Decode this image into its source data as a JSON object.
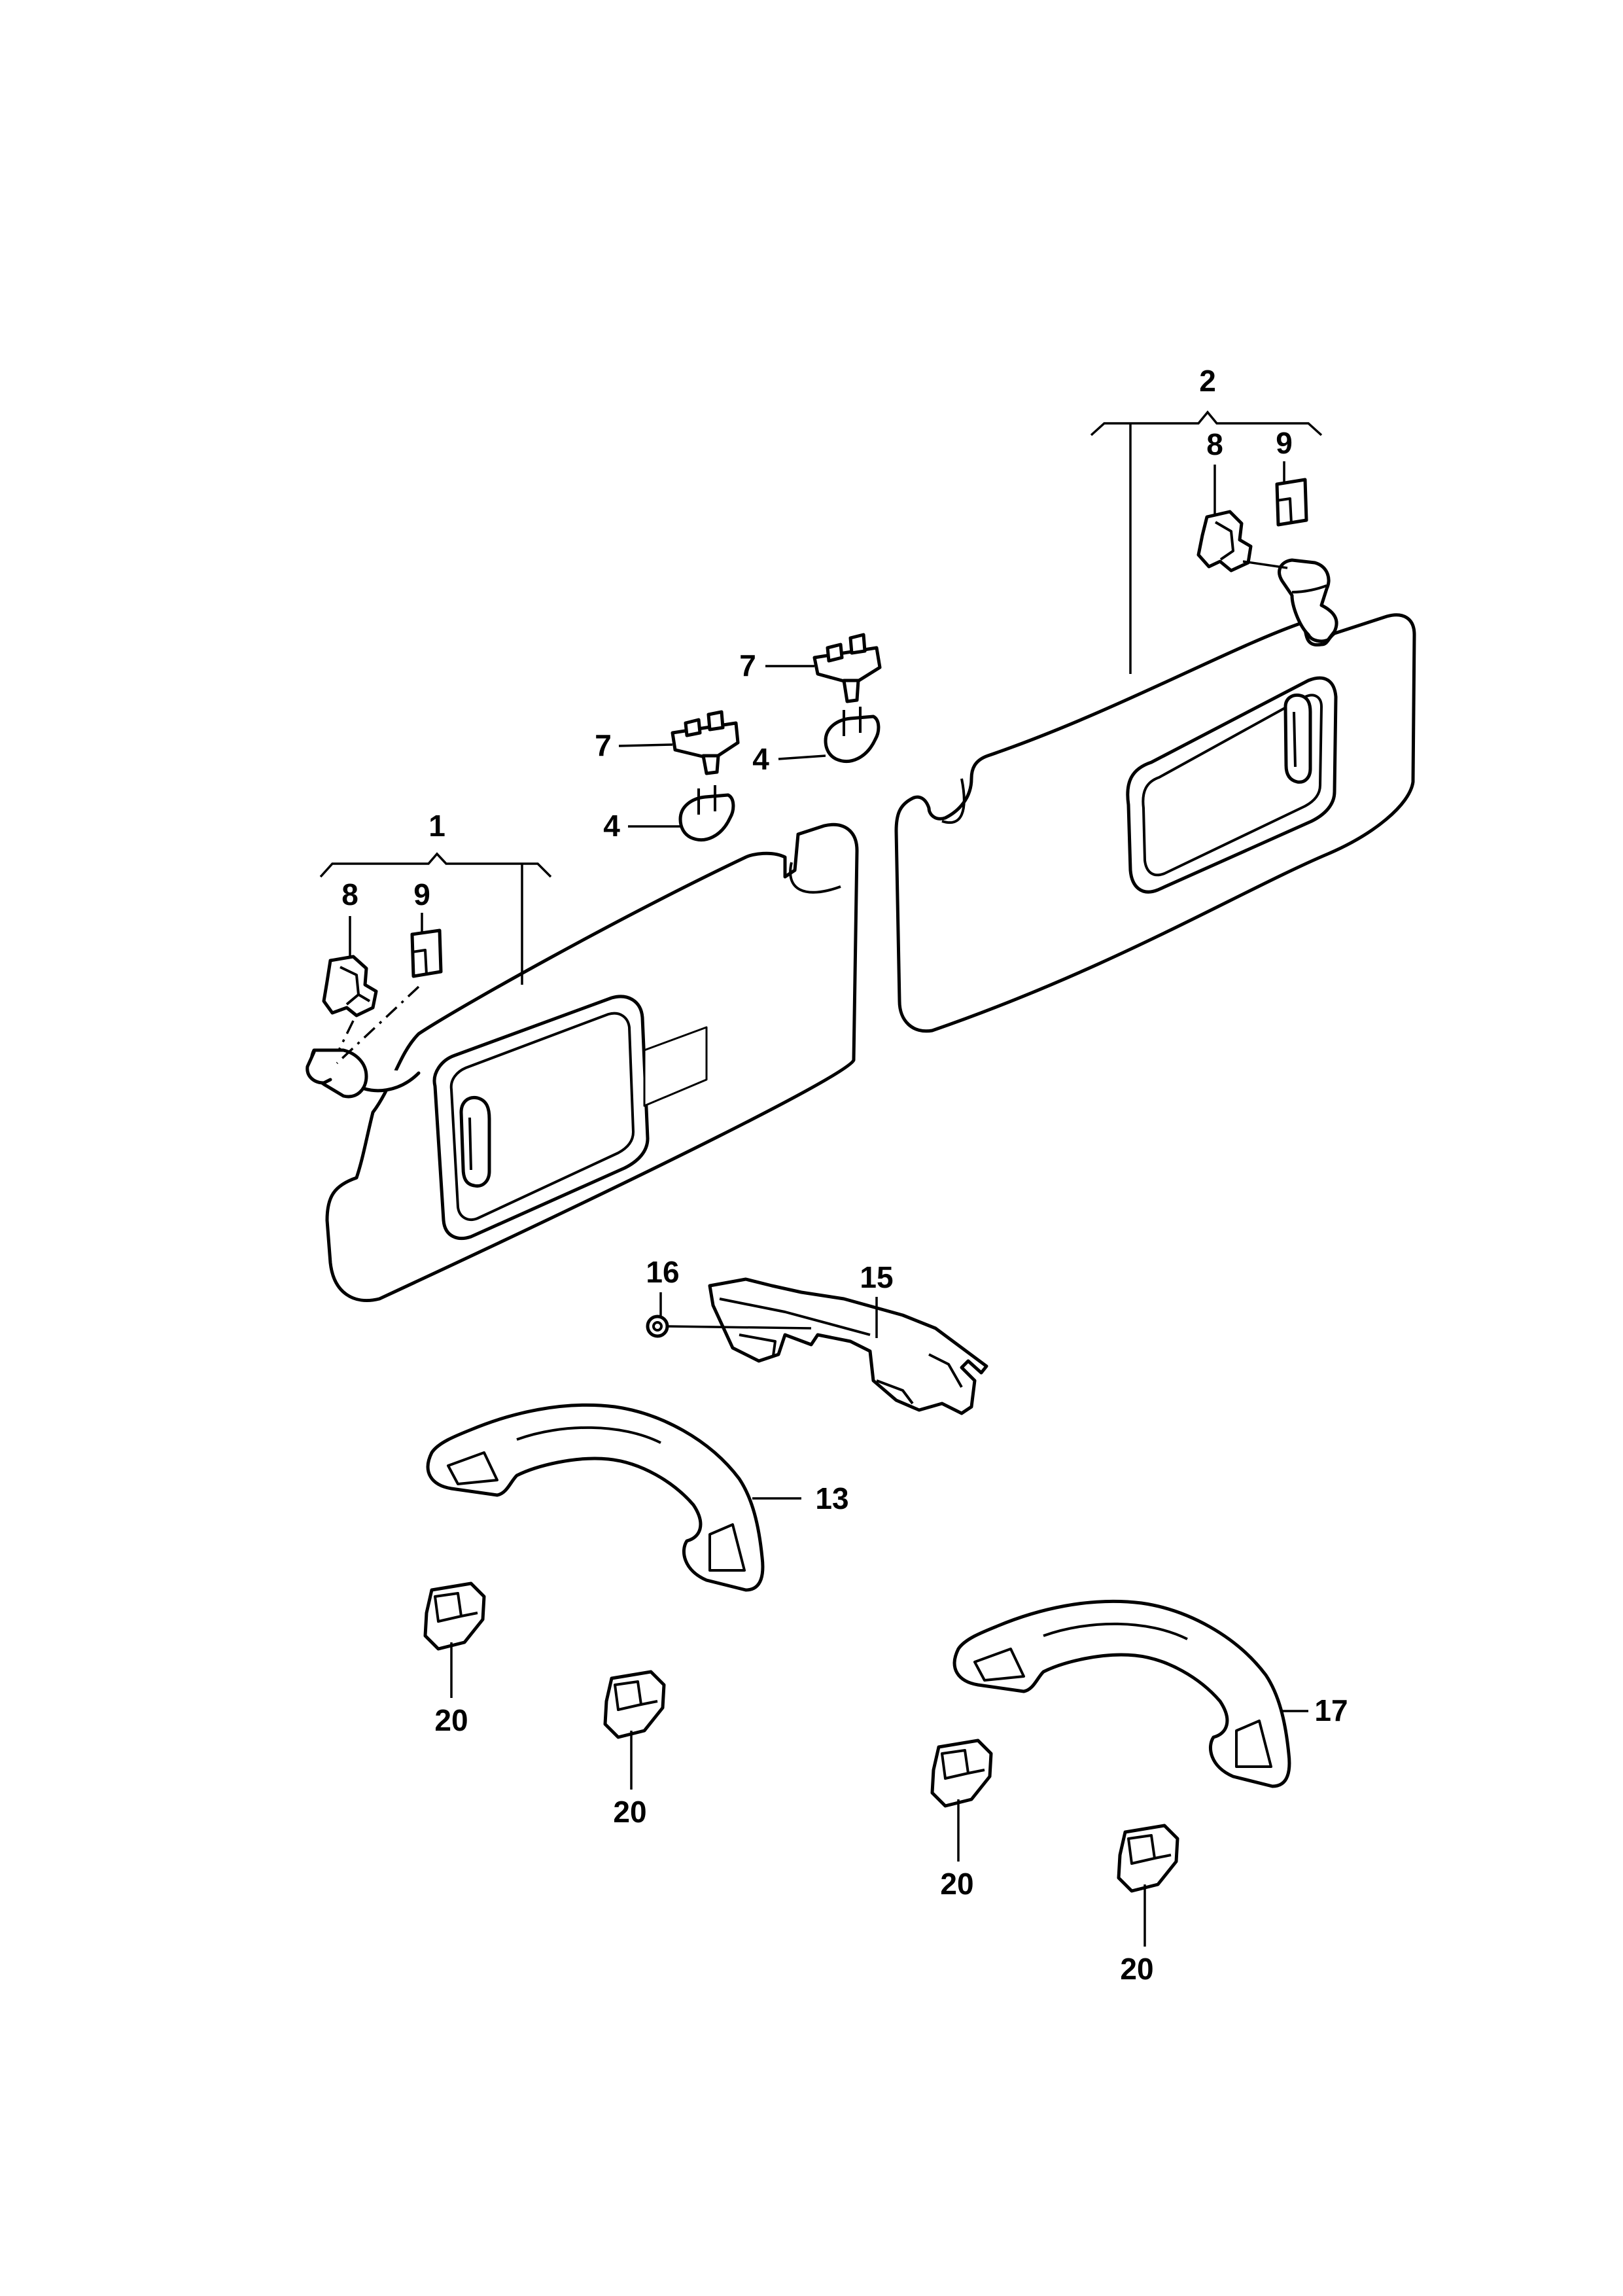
{
  "callouts": {
    "c1": "1",
    "c2": "2",
    "c4a": "4",
    "c4b": "4",
    "c7a": "7",
    "c7b": "7",
    "c8a": "8",
    "c8b": "8",
    "c9a": "9",
    "c9b": "9",
    "c13": "13",
    "c15": "15",
    "c16": "16",
    "c17": "17",
    "c20a": "20",
    "c20b": "20",
    "c20c": "20",
    "c20d": "20"
  }
}
